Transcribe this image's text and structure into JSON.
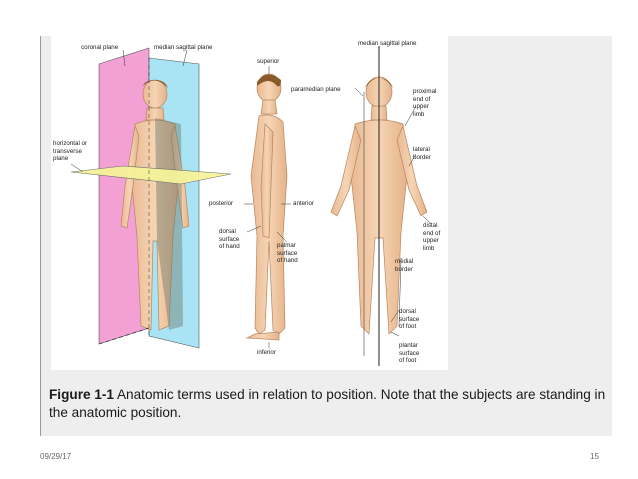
{
  "figure": {
    "labels": {
      "coronal_plane": "coronal plane",
      "median_sagittal_plane_left": "median sagittal plane",
      "median_sagittal_plane_right": "median sagittal plane",
      "horizontal_plane": "horizontal or\ntransverse\nplane",
      "superior": "superior",
      "posterior": "posterior",
      "anterior": "anterior",
      "dorsal_surface_hand": "dorsal\nsurface\nof hand",
      "palmar_surface_hand": "palmar\nsurface\nof hand",
      "inferior": "inferior",
      "paramedian_plane": "paramedian plane",
      "proximal_end": "proximal\nend of\nupper\nlimb",
      "lateral_border": "lateral\nborder",
      "distal_end": "distal\nend of\nupper\nlimb",
      "medial_border": "medial\nborder",
      "dorsal_surface_foot": "dorsal\nsurface\nof foot",
      "plantar_surface_foot": "plantar\nsurface\nof foot"
    },
    "caption_bold": "Figure 1-1",
    "caption_text": " Anatomic terms used in relation to position. Note that the subjects are standing in the anatomic position."
  },
  "footer": {
    "date": "09/29/17",
    "page": "15"
  },
  "colors": {
    "skin": "#f2caa4",
    "skin_outline": "#b8865e",
    "hair": "#8a5a2b",
    "coronal_plane": "#f3a0d4",
    "sagittal_plane": "#a8e4f4",
    "transverse_plane": "#f6f29a"
  }
}
